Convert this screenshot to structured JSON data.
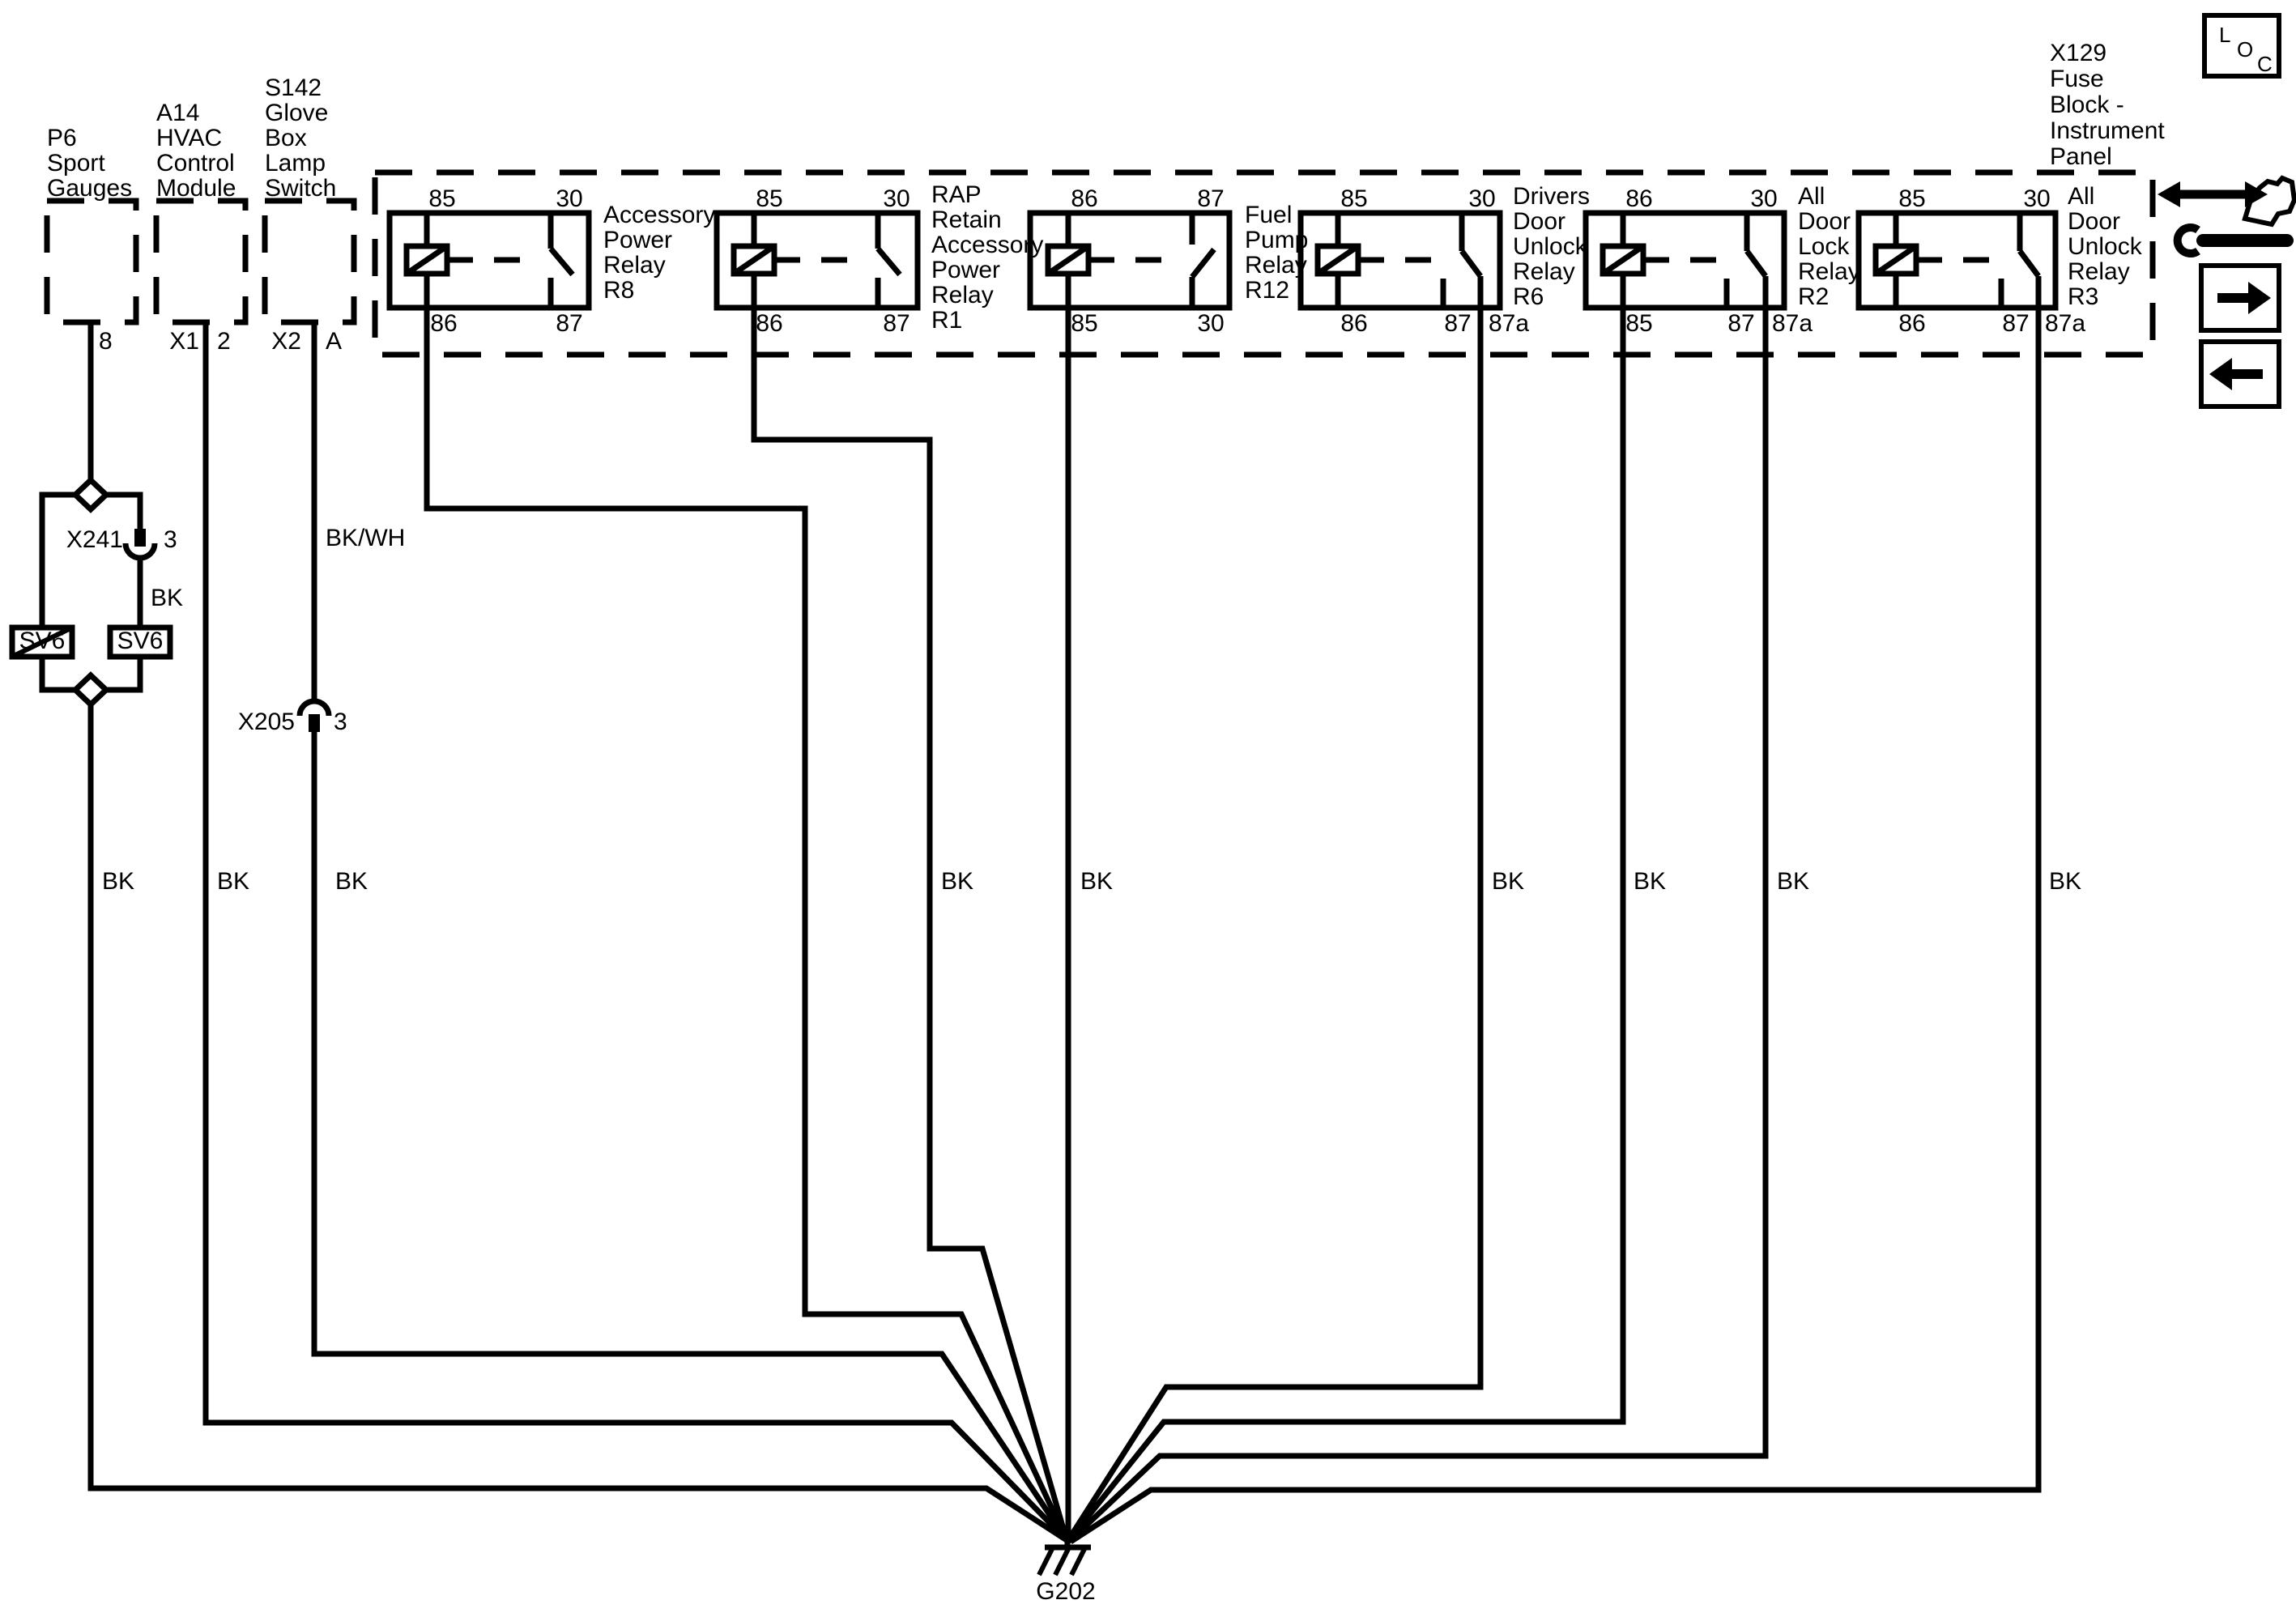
{
  "colors": {
    "ink": "#000000",
    "paper": "#ffffff"
  },
  "connectors": {
    "p6": {
      "lines": [
        "P6",
        "Sport",
        "Gauges"
      ],
      "pin": "8"
    },
    "a14": {
      "lines": [
        "A14",
        "HVAC",
        "Control",
        "Module"
      ],
      "conn": "X1",
      "pin": "2"
    },
    "s142": {
      "lines": [
        "S142",
        "Glove",
        "Box",
        "Lamp",
        "Switch"
      ],
      "conn": "X2",
      "pin": "A"
    }
  },
  "fuse_block": {
    "title": [
      "X129",
      "Fuse",
      "Block -",
      "Instrument",
      "Panel"
    ],
    "relays": {
      "r8": {
        "name": [
          "Accessory",
          "Power",
          "Relay",
          "R8"
        ],
        "pins": {
          "coil_top": "85",
          "sw_top": "30",
          "coil_bot": "86",
          "sw_bot": "87"
        }
      },
      "r1": {
        "name": [
          "RAP",
          "Retain",
          "Accessory",
          "Power",
          "Relay",
          "R1"
        ],
        "pins": {
          "coil_top": "85",
          "sw_top": "30",
          "coil_bot": "86",
          "sw_bot": "87"
        }
      },
      "r12": {
        "name": [
          "Fuel",
          "Pump",
          "Relay",
          "R12"
        ],
        "pins": {
          "coil_top": "86",
          "sw_top": "87",
          "coil_bot": "85",
          "sw_bot": "30"
        }
      },
      "r6": {
        "name": [
          "Drivers",
          "Door",
          "Unlock",
          "Relay",
          "R6"
        ],
        "pins": {
          "coil_top": "85",
          "sw_top": "30",
          "coil_bot": "86",
          "sw_bot": "87",
          "aux": "87a"
        }
      },
      "r2": {
        "name": [
          "All",
          "Door",
          "Lock",
          "Relay",
          "R2"
        ],
        "pins": {
          "coil_top": "86",
          "sw_top": "30",
          "coil_bot": "85",
          "sw_bot": "87",
          "aux": "87a"
        }
      },
      "r3": {
        "name": [
          "All",
          "Door",
          "Unlock",
          "Relay",
          "R3"
        ],
        "pins": {
          "coil_top": "85",
          "sw_top": "30",
          "coil_bot": "86",
          "sw_bot": "87",
          "aux": "87a"
        }
      }
    }
  },
  "splices": {
    "x241": {
      "id": "X241",
      "pin": "3"
    },
    "x205": {
      "id": "X205",
      "pin": "3"
    }
  },
  "options": {
    "sv6": "SV6"
  },
  "wire_colors": {
    "bk": "BK",
    "bk_wh": "BK/WH"
  },
  "ground": {
    "id": "G202"
  },
  "nav": {
    "loc": [
      "L",
      "O",
      "C"
    ]
  }
}
